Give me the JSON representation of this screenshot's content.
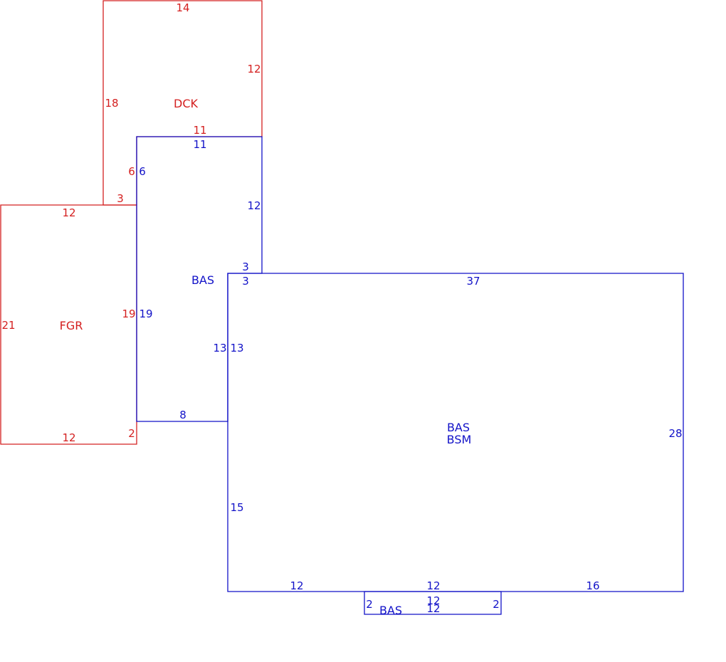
{
  "colors": {
    "red": "#d42020",
    "blue": "#1212c8"
  },
  "areas": {
    "dck": {
      "code": "DCK",
      "color": "red"
    },
    "fgr": {
      "code": "FGR",
      "color": "red"
    },
    "bas_upper": {
      "code": "BAS",
      "color": "blue"
    },
    "main": {
      "code_line1": "BAS",
      "code_line2": "BSM",
      "color": "blue"
    },
    "bas_small": {
      "code": "BAS",
      "color": "blue"
    }
  },
  "dimensions": {
    "dck_top": "14",
    "dck_right": "12",
    "dck_left": "18",
    "dck_bottom": "11",
    "dck_inner_left": "6",
    "dck_step": "3",
    "fgr_top": "12",
    "fgr_left": "21",
    "fgr_right": "19",
    "fgr_bottom": "12",
    "fgr_step": "2",
    "bas_top": "11",
    "bas_left_top": "6",
    "bas_right": "12",
    "bas_step": "3",
    "bas_left": "19",
    "bas_right_lower": "13",
    "bas_bottom": "8",
    "main_step": "3",
    "main_top": "37",
    "main_left_upper": "13",
    "main_right": "28",
    "main_left_lower": "15",
    "main_bottom_left": "12",
    "main_bottom_mid": "12",
    "main_bottom_right": "16",
    "small_left": "2",
    "small_right": "2",
    "small_top": "12",
    "small_bottom": "12"
  }
}
